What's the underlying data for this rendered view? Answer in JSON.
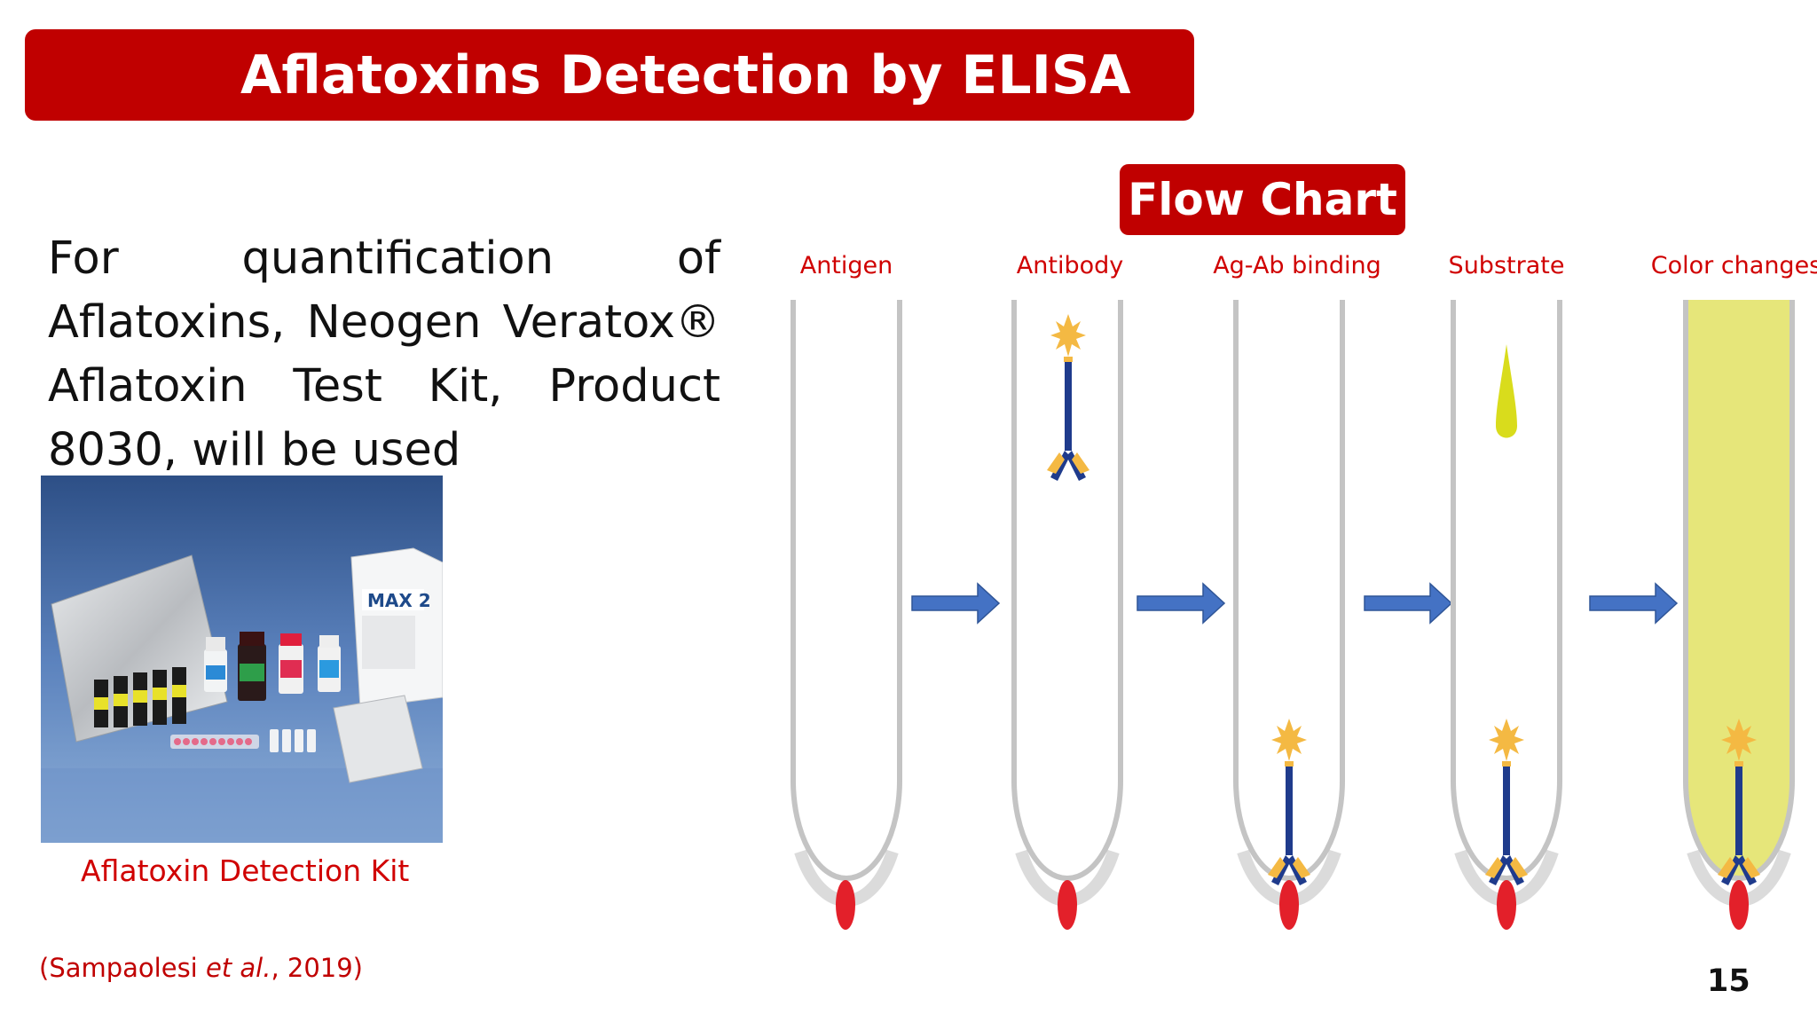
{
  "slide": {
    "title": "Aflatoxins Detection by ELISA",
    "intro_line1": "For quantification of",
    "intro_line2": "Aflatoxins, Neogen Veratox®",
    "intro_line3": "Aflatoxin Test Kit, Product",
    "intro_line4": "8030, will be used",
    "kit_caption": "Aflatoxin Detection Kit",
    "citation_pre": "(Sampaolesi ",
    "citation_italic": "et al.",
    "citation_post": ", 2019)",
    "page_number": "15",
    "kit_box_label": "MAX 2"
  },
  "flow_chart": {
    "title": "Flow Chart",
    "steps": [
      {
        "label": "Antigen"
      },
      {
        "label": "Antibody"
      },
      {
        "label": "Ag-Ab binding"
      },
      {
        "label": "Substrate"
      },
      {
        "label": "Color changes"
      }
    ]
  },
  "colors": {
    "title_red": "#c00000",
    "label_red": "#d00000",
    "tube_gray": "#c4c4c4",
    "antigen_red": "#e3202a",
    "antibody_blue": "#1f3b8c",
    "antibody_gold": "#f4b943",
    "arrow_blue": "#4472c4",
    "substrate_yellow": "#d9dc1c",
    "color_change_fill": "#e6e67a"
  }
}
